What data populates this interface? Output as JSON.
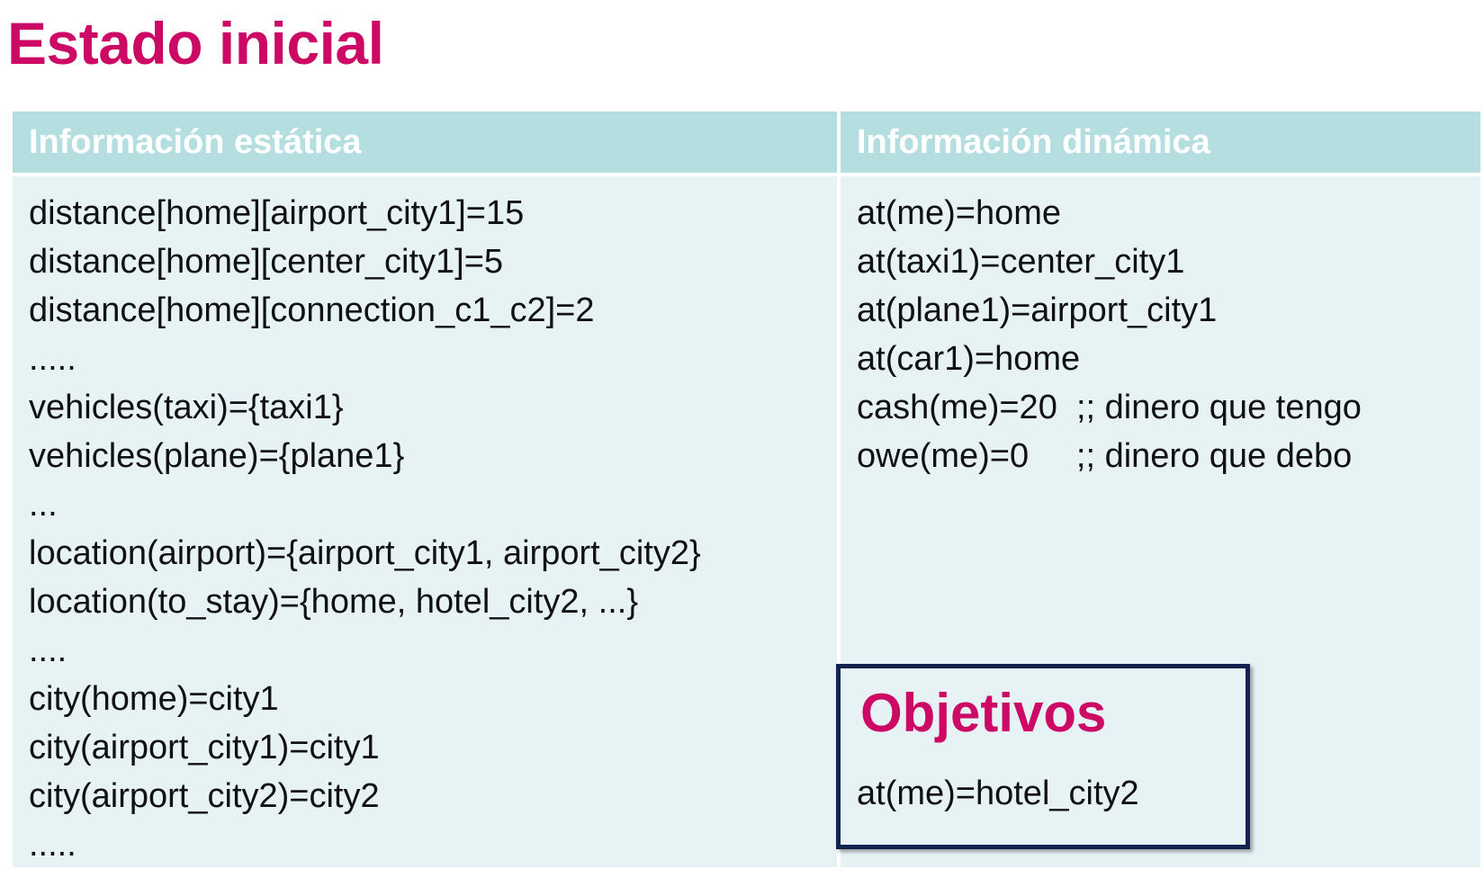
{
  "title": "Estado inicial",
  "table": {
    "headers": [
      "Información estática",
      "Información dinámica"
    ],
    "static_lines": [
      "distance[home][airport_city1]=15",
      "distance[home][center_city1]=5",
      "distance[home][connection_c1_c2]=2",
      ".....",
      "vehicles(taxi)={taxi1}",
      "vehicles(plane)={plane1}",
      "...",
      "location(airport)={airport_city1, airport_city2}",
      "location(to_stay)={home, hotel_city2, ...}",
      "....",
      "city(home)=city1",
      "city(airport_city1)=city1",
      "city(airport_city2)=city2",
      "....."
    ],
    "dynamic_lines": [
      "at(me)=home",
      "at(taxi1)=center_city1",
      "at(plane1)=airport_city1",
      "at(car1)=home",
      "cash(me)=20  ;; dinero que tengo",
      "owe(me)=0     ;; dinero que debo"
    ]
  },
  "goals": {
    "title": "Objetivos",
    "line": "at(me)=hotel_city2"
  }
}
